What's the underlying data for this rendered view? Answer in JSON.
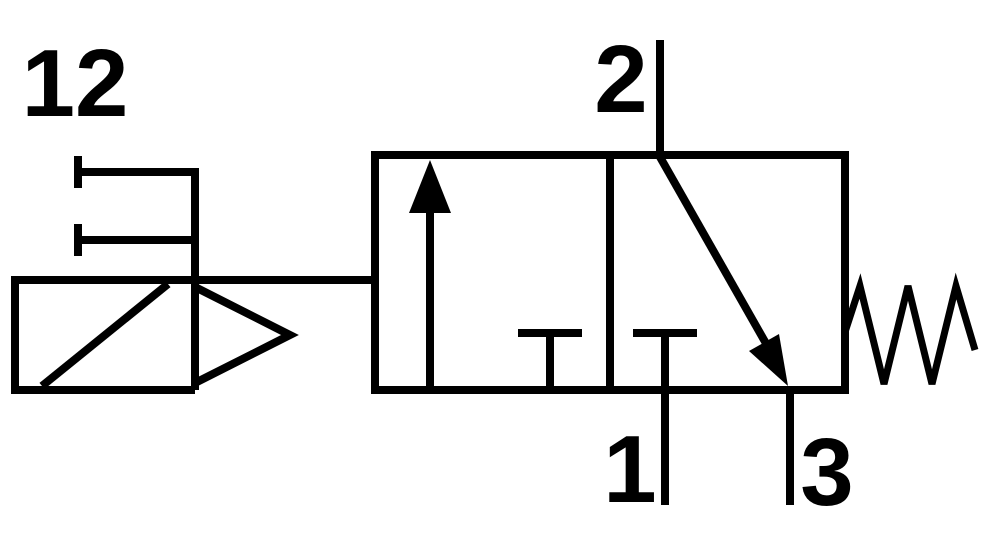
{
  "diagram": {
    "kind": "pneumatic-circuit-symbol",
    "description": "3/2-way solenoid valve with pneumatic pilot actuation and spring return, shown in two switching positions",
    "background_color": "#ffffff",
    "line_color": "#000000",
    "labels": {
      "pilot_port": "12",
      "working_port": "2",
      "supply_port": "1",
      "exhaust_port": "3"
    }
  }
}
